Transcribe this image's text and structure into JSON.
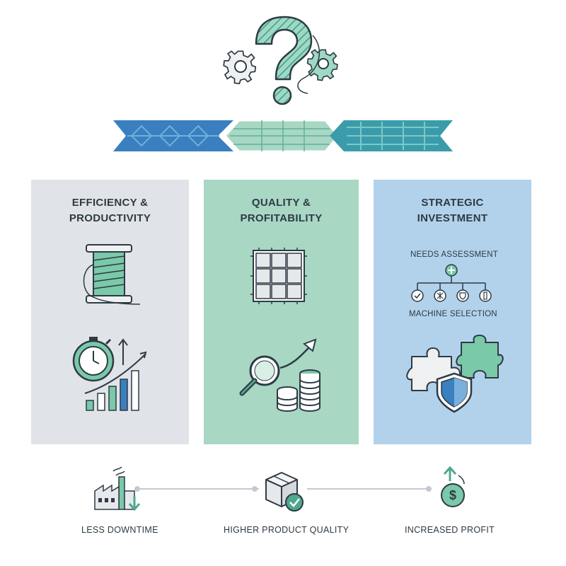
{
  "panels": [
    {
      "title_line1": "EFFICIENCY &",
      "title_line2": "PRODUCTIVITY",
      "bg": "#e0e4e9"
    },
    {
      "title_line1": "QUALITY &",
      "title_line2": "PROFITABILITY",
      "bg": "#a8d7c4"
    },
    {
      "title_line1": "STRATEGIC",
      "title_line2": "INVESTMENT",
      "bg": "#b2d2ec",
      "flow_top": "NEEDS ASSESSMENT",
      "flow_bottom": "MACHINE SELECTION"
    }
  ],
  "outcomes": [
    {
      "label": "LESS DOWNTIME",
      "icon": "factory-icon"
    },
    {
      "label": "HIGHER PRODUCT QUALITY",
      "icon": "box-check-icon"
    },
    {
      "label": "INCREASED PROFIT",
      "icon": "dollar-growth-icon"
    }
  ],
  "colors": {
    "teal": "#4fa88e",
    "blue": "#3a7fbf",
    "navy": "#2e3a44",
    "mint": "#7ac9a8"
  }
}
